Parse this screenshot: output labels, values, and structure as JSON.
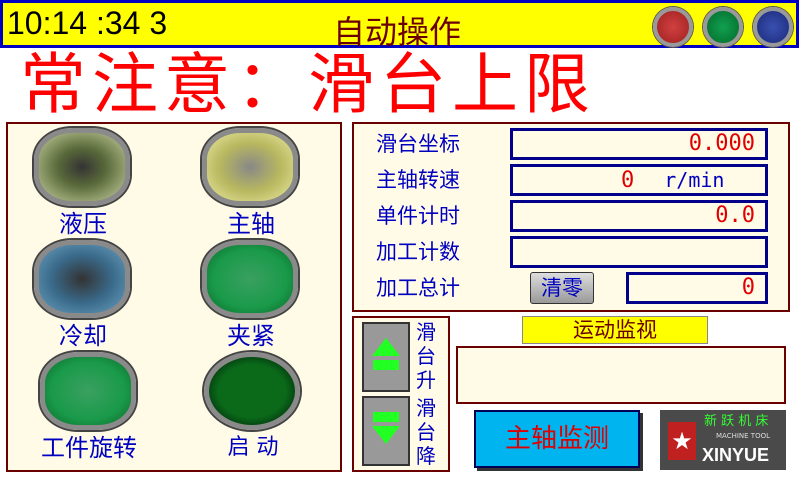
{
  "header": {
    "clock": "10:14 :34  3",
    "title": "自动操作",
    "lamps": [
      {
        "name": "red",
        "color": "#c0392b"
      },
      {
        "name": "green",
        "color": "#0a8a3a"
      },
      {
        "name": "blue",
        "color": "#2a3a9a"
      }
    ]
  },
  "buttons": [
    {
      "label": "液压",
      "color": "#5a6a3a"
    },
    {
      "label": "主轴",
      "color": "#b8b860"
    },
    {
      "label": "冷却",
      "color": "#3a6a8a"
    },
    {
      "label": "夹紧",
      "color": "#1a9a4a"
    },
    {
      "label": "工件旋转",
      "color": "#1a9a4a"
    },
    {
      "label": "启 动",
      "color": "#0a6a1a"
    }
  ],
  "fields": [
    {
      "label": "滑台坐标",
      "value": "0.000"
    },
    {
      "label": "主轴转速",
      "value": "0",
      "unit": "r/min"
    },
    {
      "label": "单件计时",
      "value": "0.0"
    },
    {
      "label": "加工计数",
      "value": ""
    },
    {
      "label": "加工总计",
      "value": "0"
    }
  ],
  "clear_button": "清零",
  "marquee": "常注意：滑台上限",
  "motion_monitor": {
    "title": "运动监视"
  },
  "slide": {
    "up": "滑台升",
    "down": "滑台降"
  },
  "spindle_monitor_button": "主轴监测",
  "logo": {
    "cn": "新 跃 机 床",
    "sub": "MACHINE TOOL",
    "en": "XINYUE"
  }
}
